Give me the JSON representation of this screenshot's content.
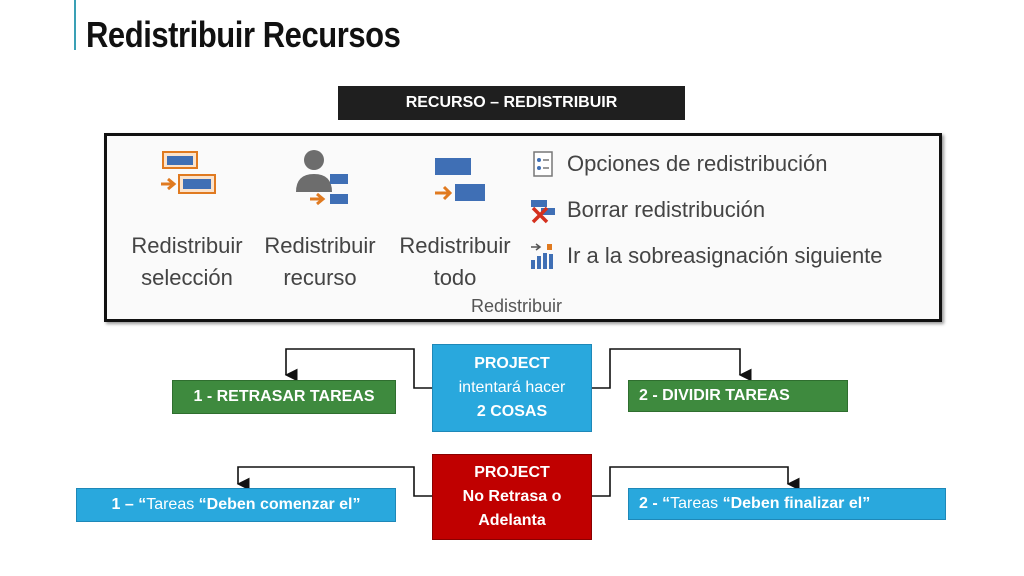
{
  "page": {
    "title": "Redistribuir Recursos"
  },
  "header": {
    "label": "RECURSO – REDISTRIBUIR"
  },
  "ribbon": {
    "buttons": [
      {
        "line1": "Redistribuir",
        "line2": "selección",
        "icon": "level-selection-icon"
      },
      {
        "line1": "Redistribuir",
        "line2": "recurso",
        "icon": "level-resource-icon"
      },
      {
        "line1": "Redistribuir",
        "line2": "todo",
        "icon": "level-all-icon"
      }
    ],
    "options": [
      {
        "label": "Opciones de redistribución",
        "icon": "leveling-options-icon"
      },
      {
        "label": "Borrar redistribución",
        "icon": "clear-leveling-icon"
      },
      {
        "label": "Ir a la sobreasignación siguiente",
        "icon": "next-overallocation-icon"
      }
    ],
    "group_label": "Redistribuir"
  },
  "flow1": {
    "center_line1": "PROJECT",
    "center_line2": "intentará hacer",
    "center_line3": "2 COSAS",
    "left": "1 - RETRASAR TAREAS",
    "right": "2 - DIVIDIR TAREAS"
  },
  "flow2": {
    "center_line1": "PROJECT",
    "center_line2": "No Retrasa o",
    "center_line3": "Adelanta",
    "left_prefix": "1 – “",
    "left_mid": "Tareas",
    "left_suffix": " “Deben comenzar el”",
    "right_prefix": "2 - “",
    "right_mid": "Tareas",
    "right_suffix": " “Deben finalizar el”"
  },
  "colors": {
    "green": "#3e8a3e",
    "blue": "#29a8dd",
    "red": "#c00000",
    "accent": "#3aa0b5",
    "header_bg": "#1f1f1f"
  }
}
